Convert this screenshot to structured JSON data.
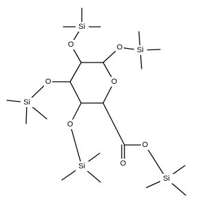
{
  "molecule": {
    "atoms": {
      "si_top": "Si",
      "o_top_left": "O",
      "o_top_right": "O",
      "si_top_right": "Si",
      "o_ring": "O",
      "o_mid_left": "O",
      "si_left": "Si",
      "o_low_left": "O",
      "si_bottom_left": "Si",
      "o_ester": "O",
      "o_carbonyl": "O",
      "si_bottom_right": "Si"
    }
  },
  "colors": {
    "bond": "#000000",
    "label": "#000000",
    "background": "#ffffff"
  }
}
